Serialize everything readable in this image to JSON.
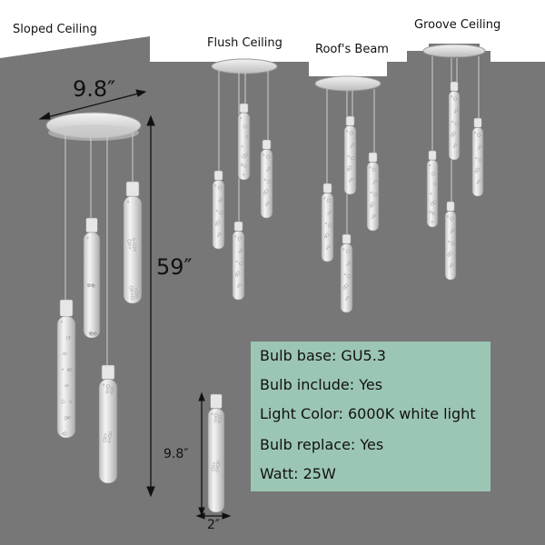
{
  "ceiling_labels": {
    "sloped": "Sloped Ceiling",
    "flush": "Flush Ceiling",
    "beam": "Roof's Beam",
    "groove": "Groove Ceiling"
  },
  "dimensions": {
    "canopy_diameter": "9.8″",
    "overall_height": "59″",
    "tube_height": "9.8″",
    "tube_width": "2″"
  },
  "specs": [
    "Bulb base: GU5.3",
    "Bulb include: Yes",
    "Light Color: 6000K  white light",
    "Bulb replace: Yes",
    "Watt:  25W"
  ],
  "colors": {
    "background": "#777777",
    "ceiling_band": "#ffffff",
    "spec_panel": "#9cc6b4",
    "chrome": "#d8d8d8"
  }
}
